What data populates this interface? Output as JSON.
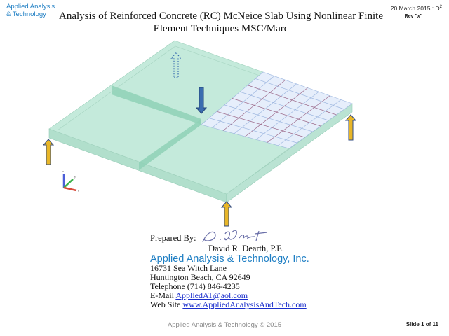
{
  "header": {
    "logo_line1": "Applied Analysis",
    "logo_line2": "& Technology",
    "title": "Analysis of Reinforced Concrete (RC) McNeice Slab Using Nonlinear Finite Element Techniques MSC/Marc",
    "date": "20 March 2015 : D",
    "date_superscript": "2",
    "rev": "Rev \"x\""
  },
  "figure": {
    "axis_labels": {
      "z": "z",
      "y": "y",
      "x": "x"
    },
    "colors": {
      "slab": "#bfe8d8",
      "support_arrow": "#e8b628",
      "load_arrow": "#3a6db0",
      "mesh": "#9fb8e0",
      "rebar": "#9c6a8a"
    }
  },
  "author": {
    "prepared_by": "Prepared By:",
    "signature": "D.R. Dearth",
    "name": "David R. Dearth, P.E.",
    "company": "Applied Analysis & Technology, Inc.",
    "address1": "16731 Sea Witch Lane",
    "address2": "Huntington Beach, CA 92649",
    "telephone": "Telephone (714) 846-4235",
    "email_label": "E-Mail ",
    "email": "AppliedAT@aol.com",
    "web_label": "Web Site ",
    "web": "www.AppliedAnalysisAndTech.com"
  },
  "footer": {
    "copyright": "Applied Analysis & Technology © 2015",
    "slide": "Slide 1 of 11"
  }
}
